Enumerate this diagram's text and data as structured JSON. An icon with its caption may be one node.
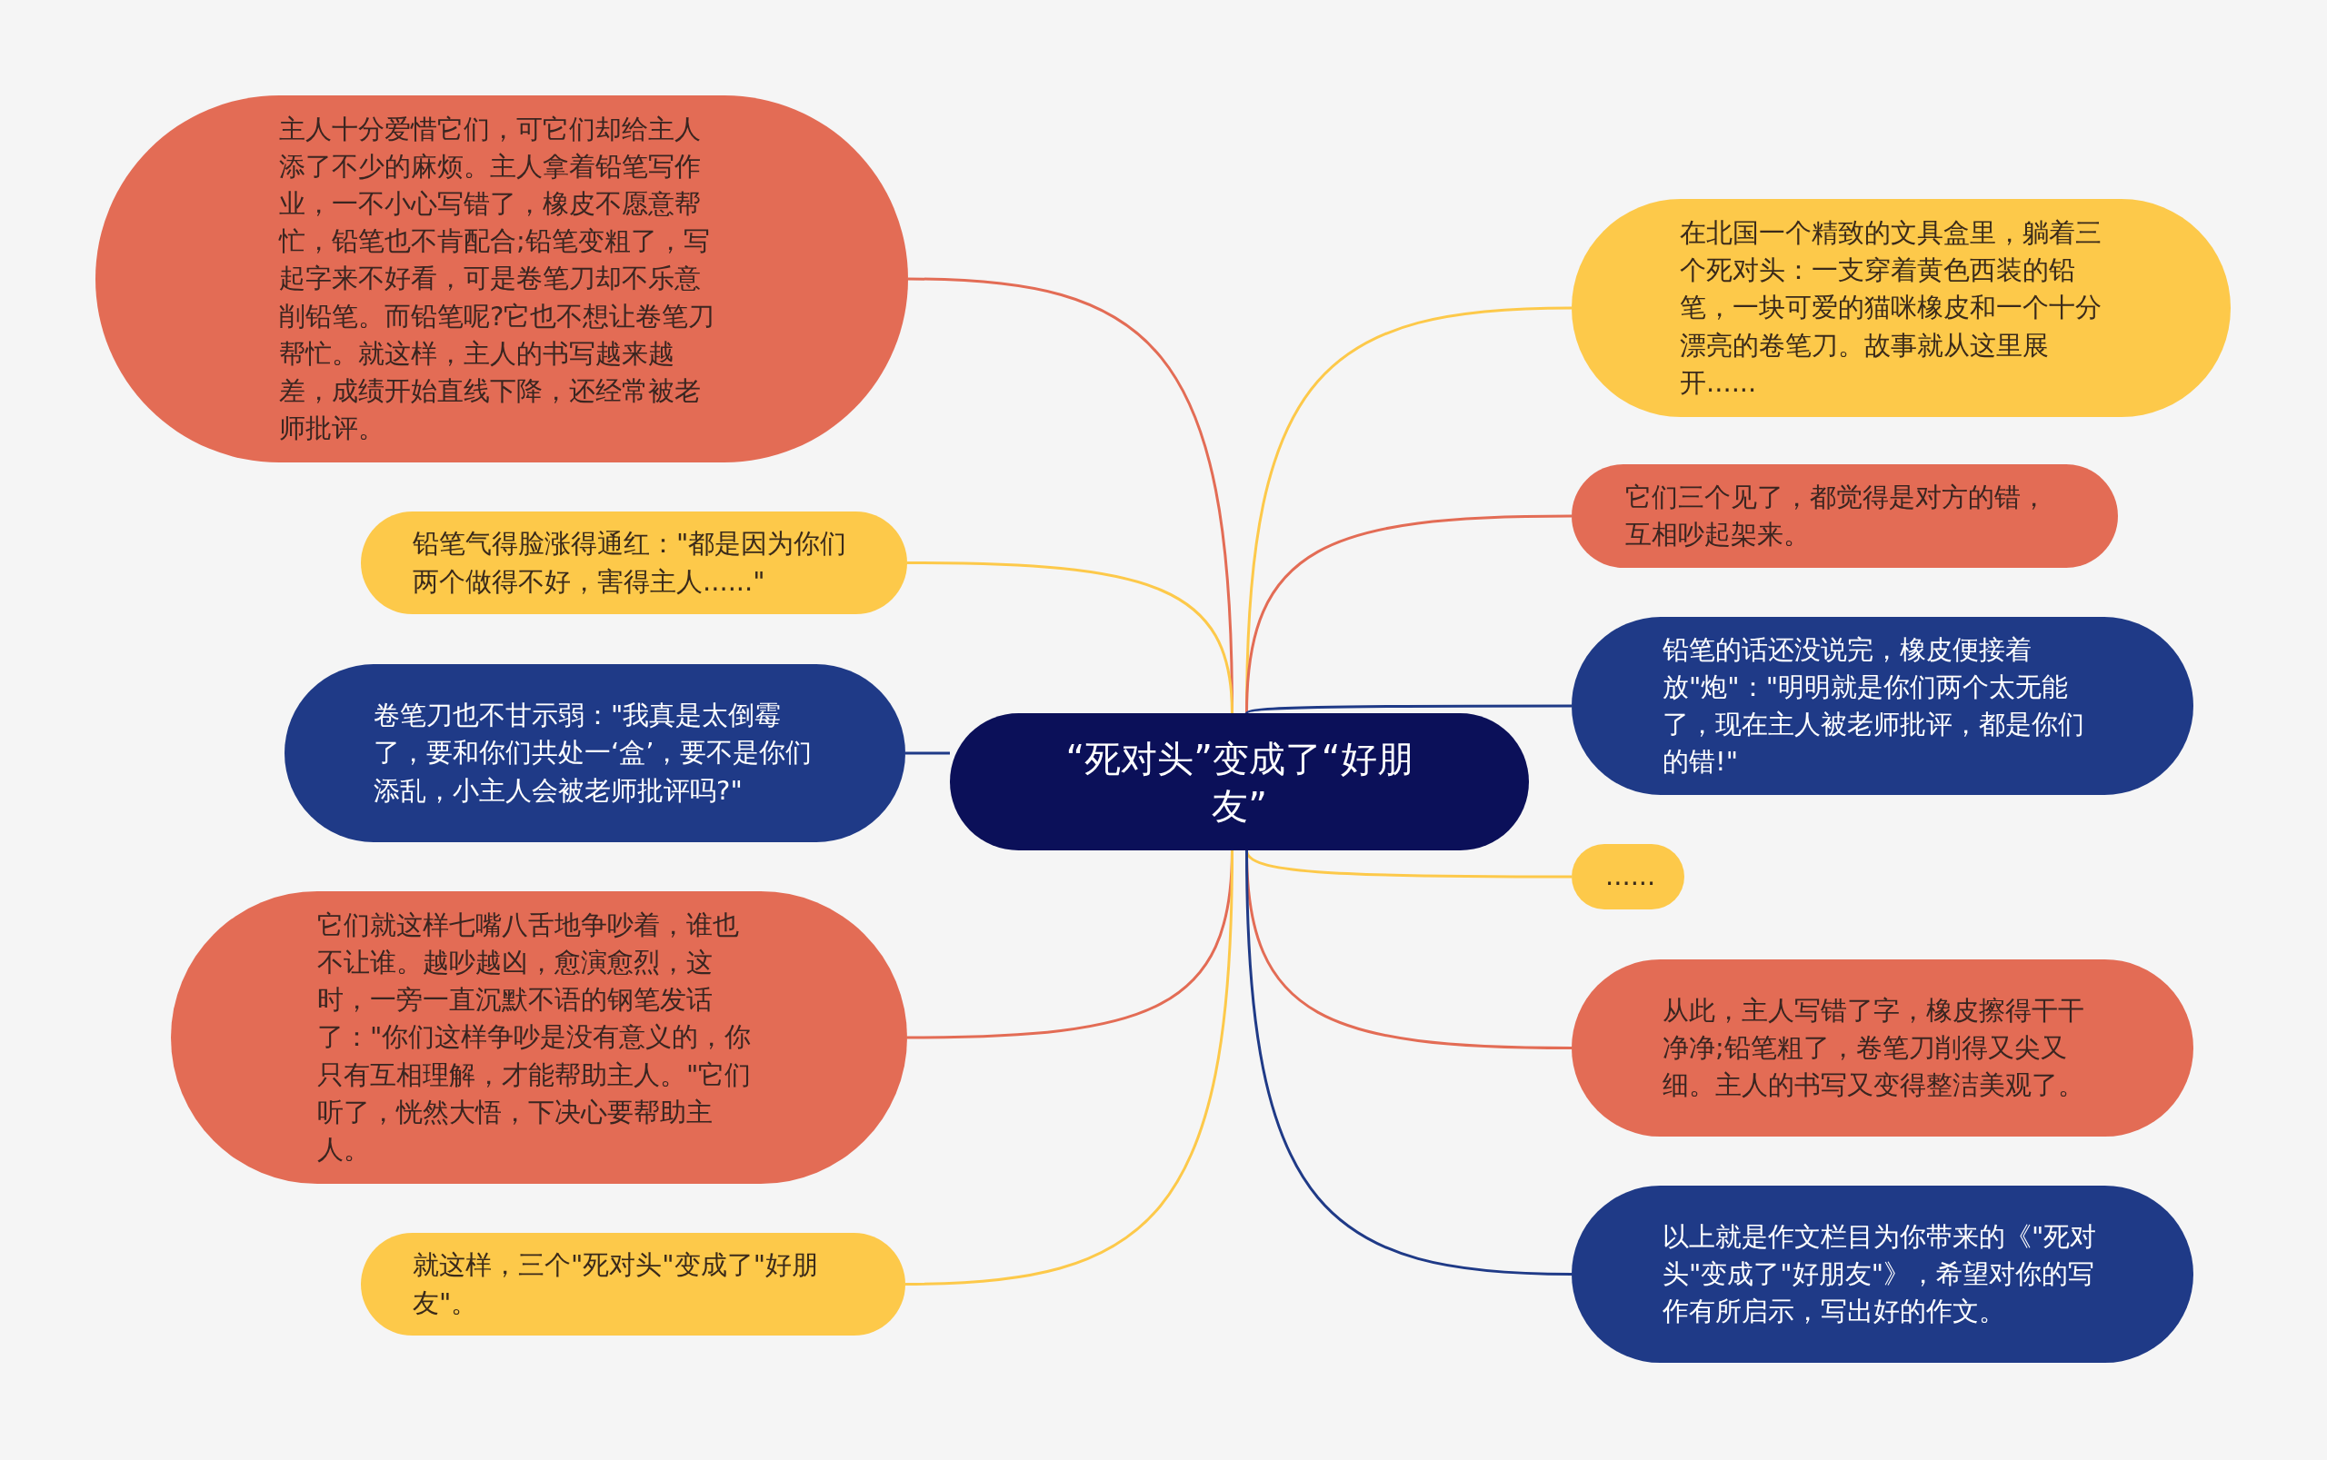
{
  "diagram": {
    "nodes": [
      {
        "text": [
          "“死对头”变成了“好朋友”"
        ]
      },
      {
        "text": [
          "主人十分爱惜它们，可它们却给主人添了不少的麻烦。主人拿着铅笔写作业，一不小心写错了，橡皮不愿意帮忙，铅笔也不肯配合;铅笔变粗了，写起字来不好看，可是卷笔刀却不乐意削铅笔。而铅笔呢?它也不想让卷笔刀帮忙。就这样，主人的书写越来越差，成绩开始直线下降，还经常被老师批评。"
        ]
      },
      {
        "text": [
          "铅笔气得脸涨得通红：\"都是因为你们两个做得不好，害得主人......\""
        ]
      },
      {
        "text": [
          "卷笔刀也不甘示弱：\"我真是太倒霉了，要和你们共处一‘盒’，要不是你们添乱，小主人会被老师批评吗?\""
        ]
      },
      {
        "text": [
          "它们就这样七嘴八舌地争吵着，谁也不让谁。越吵越凶，愈演愈烈，这时，一旁一直沉默不语的钢笔发话了：\"你们这样争吵是没有意义的，你只有互相理解，才能帮助主人。\"它们听了，恍然大悟，下决心要帮助主人。"
        ]
      },
      {
        "text": [
          "就这样，三个\"死对头\"变成了\"好朋友\"。"
        ]
      },
      {
        "text": [
          "在北国一个精致的文具盒里，躺着三个死对头：一支穿着黄色西装的铅笔，一块可爱的猫咪橡皮和一个十分漂亮的卷笔刀。故事就从这里展开......"
        ]
      },
      {
        "text": [
          "它们三个见了，都觉得是对方的错，互相吵起架来。"
        ]
      },
      {
        "text": [
          "铅笔的话还没说完，橡皮便接着放\"炮\"：\"明明就是你们两个太无能了，现在主人被老师批评，都是你们的错!\""
        ]
      },
      {
        "text": [
          "......"
        ]
      },
      {
        "text": [
          "从此，主人写错了字，橡皮擦得干干净净;铅笔粗了，卷笔刀削得又尖又细。主人的书写又变得整洁美观了。"
        ]
      },
      {
        "text": [
          "以上就是作文栏目为你带来的《\"死对头\"变成了\"好朋友\"》，希望对你的写作有所启示，写出好的作文。"
        ]
      }
    ],
    "edges": [
      {
        "from": 0,
        "to": 1,
        "arrow": "none",
        "color": "#e36c55"
      },
      {
        "from": 0,
        "to": 2,
        "arrow": "none",
        "color": "#fdc94a"
      },
      {
        "from": 0,
        "to": 3,
        "arrow": "none",
        "color": "#1f3a87"
      },
      {
        "from": 0,
        "to": 4,
        "arrow": "none",
        "color": "#e36c55"
      },
      {
        "from": 0,
        "to": 5,
        "arrow": "none",
        "color": "#fdc94a"
      },
      {
        "from": 0,
        "to": 6,
        "arrow": "none",
        "color": "#fdc94a"
      },
      {
        "from": 0,
        "to": 7,
        "arrow": "none",
        "color": "#e36c55"
      },
      {
        "from": 0,
        "to": 8,
        "arrow": "none",
        "color": "#1f3a87"
      },
      {
        "from": 0,
        "to": 9,
        "arrow": "none",
        "color": "#fdc94a"
      },
      {
        "from": 0,
        "to": 10,
        "arrow": "none",
        "color": "#e36c55"
      },
      {
        "from": 0,
        "to": 11,
        "arrow": "none",
        "color": "#1f3a87"
      }
    ]
  }
}
